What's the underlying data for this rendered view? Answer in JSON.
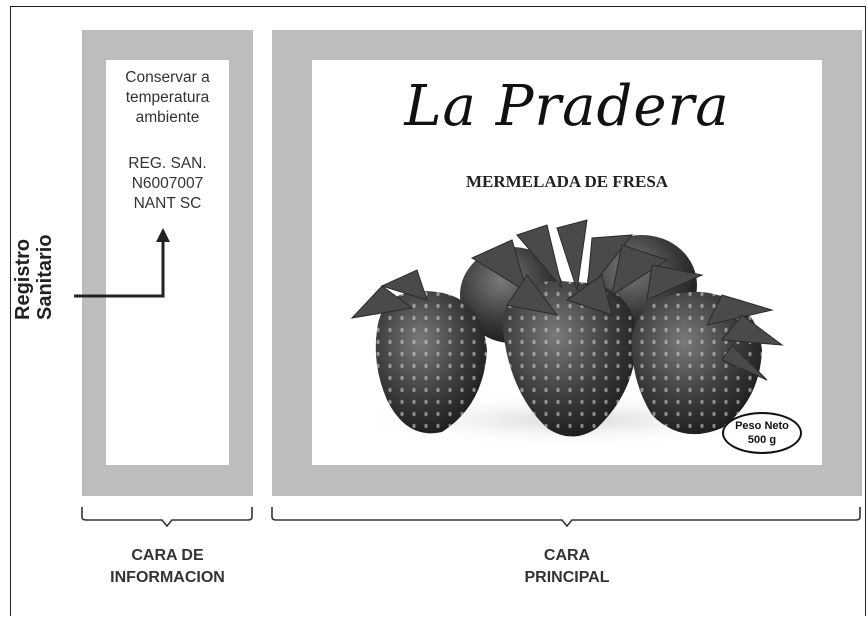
{
  "info_panel": {
    "storage_lines": [
      "Conservar a",
      "temperatura",
      "ambiente"
    ],
    "registry_lines": [
      "REG. SAN.",
      "N6007007",
      "NANT SC"
    ]
  },
  "main_panel": {
    "brand": "La Pradera",
    "product": "MERMELADA DE FRESA",
    "peso_label": "Peso Neto",
    "peso_value": "500 g"
  },
  "side_label": {
    "line1": "Registro",
    "line2": "Sanitario"
  },
  "bottom_labels": {
    "info": {
      "line1": "CARA DE",
      "line2": "INFORMACION"
    },
    "main": {
      "line1": "CARA",
      "line2": "PRINCIPAL"
    }
  },
  "colors": {
    "panel_gray": "#bdbdbd",
    "text_dark": "#222222"
  }
}
